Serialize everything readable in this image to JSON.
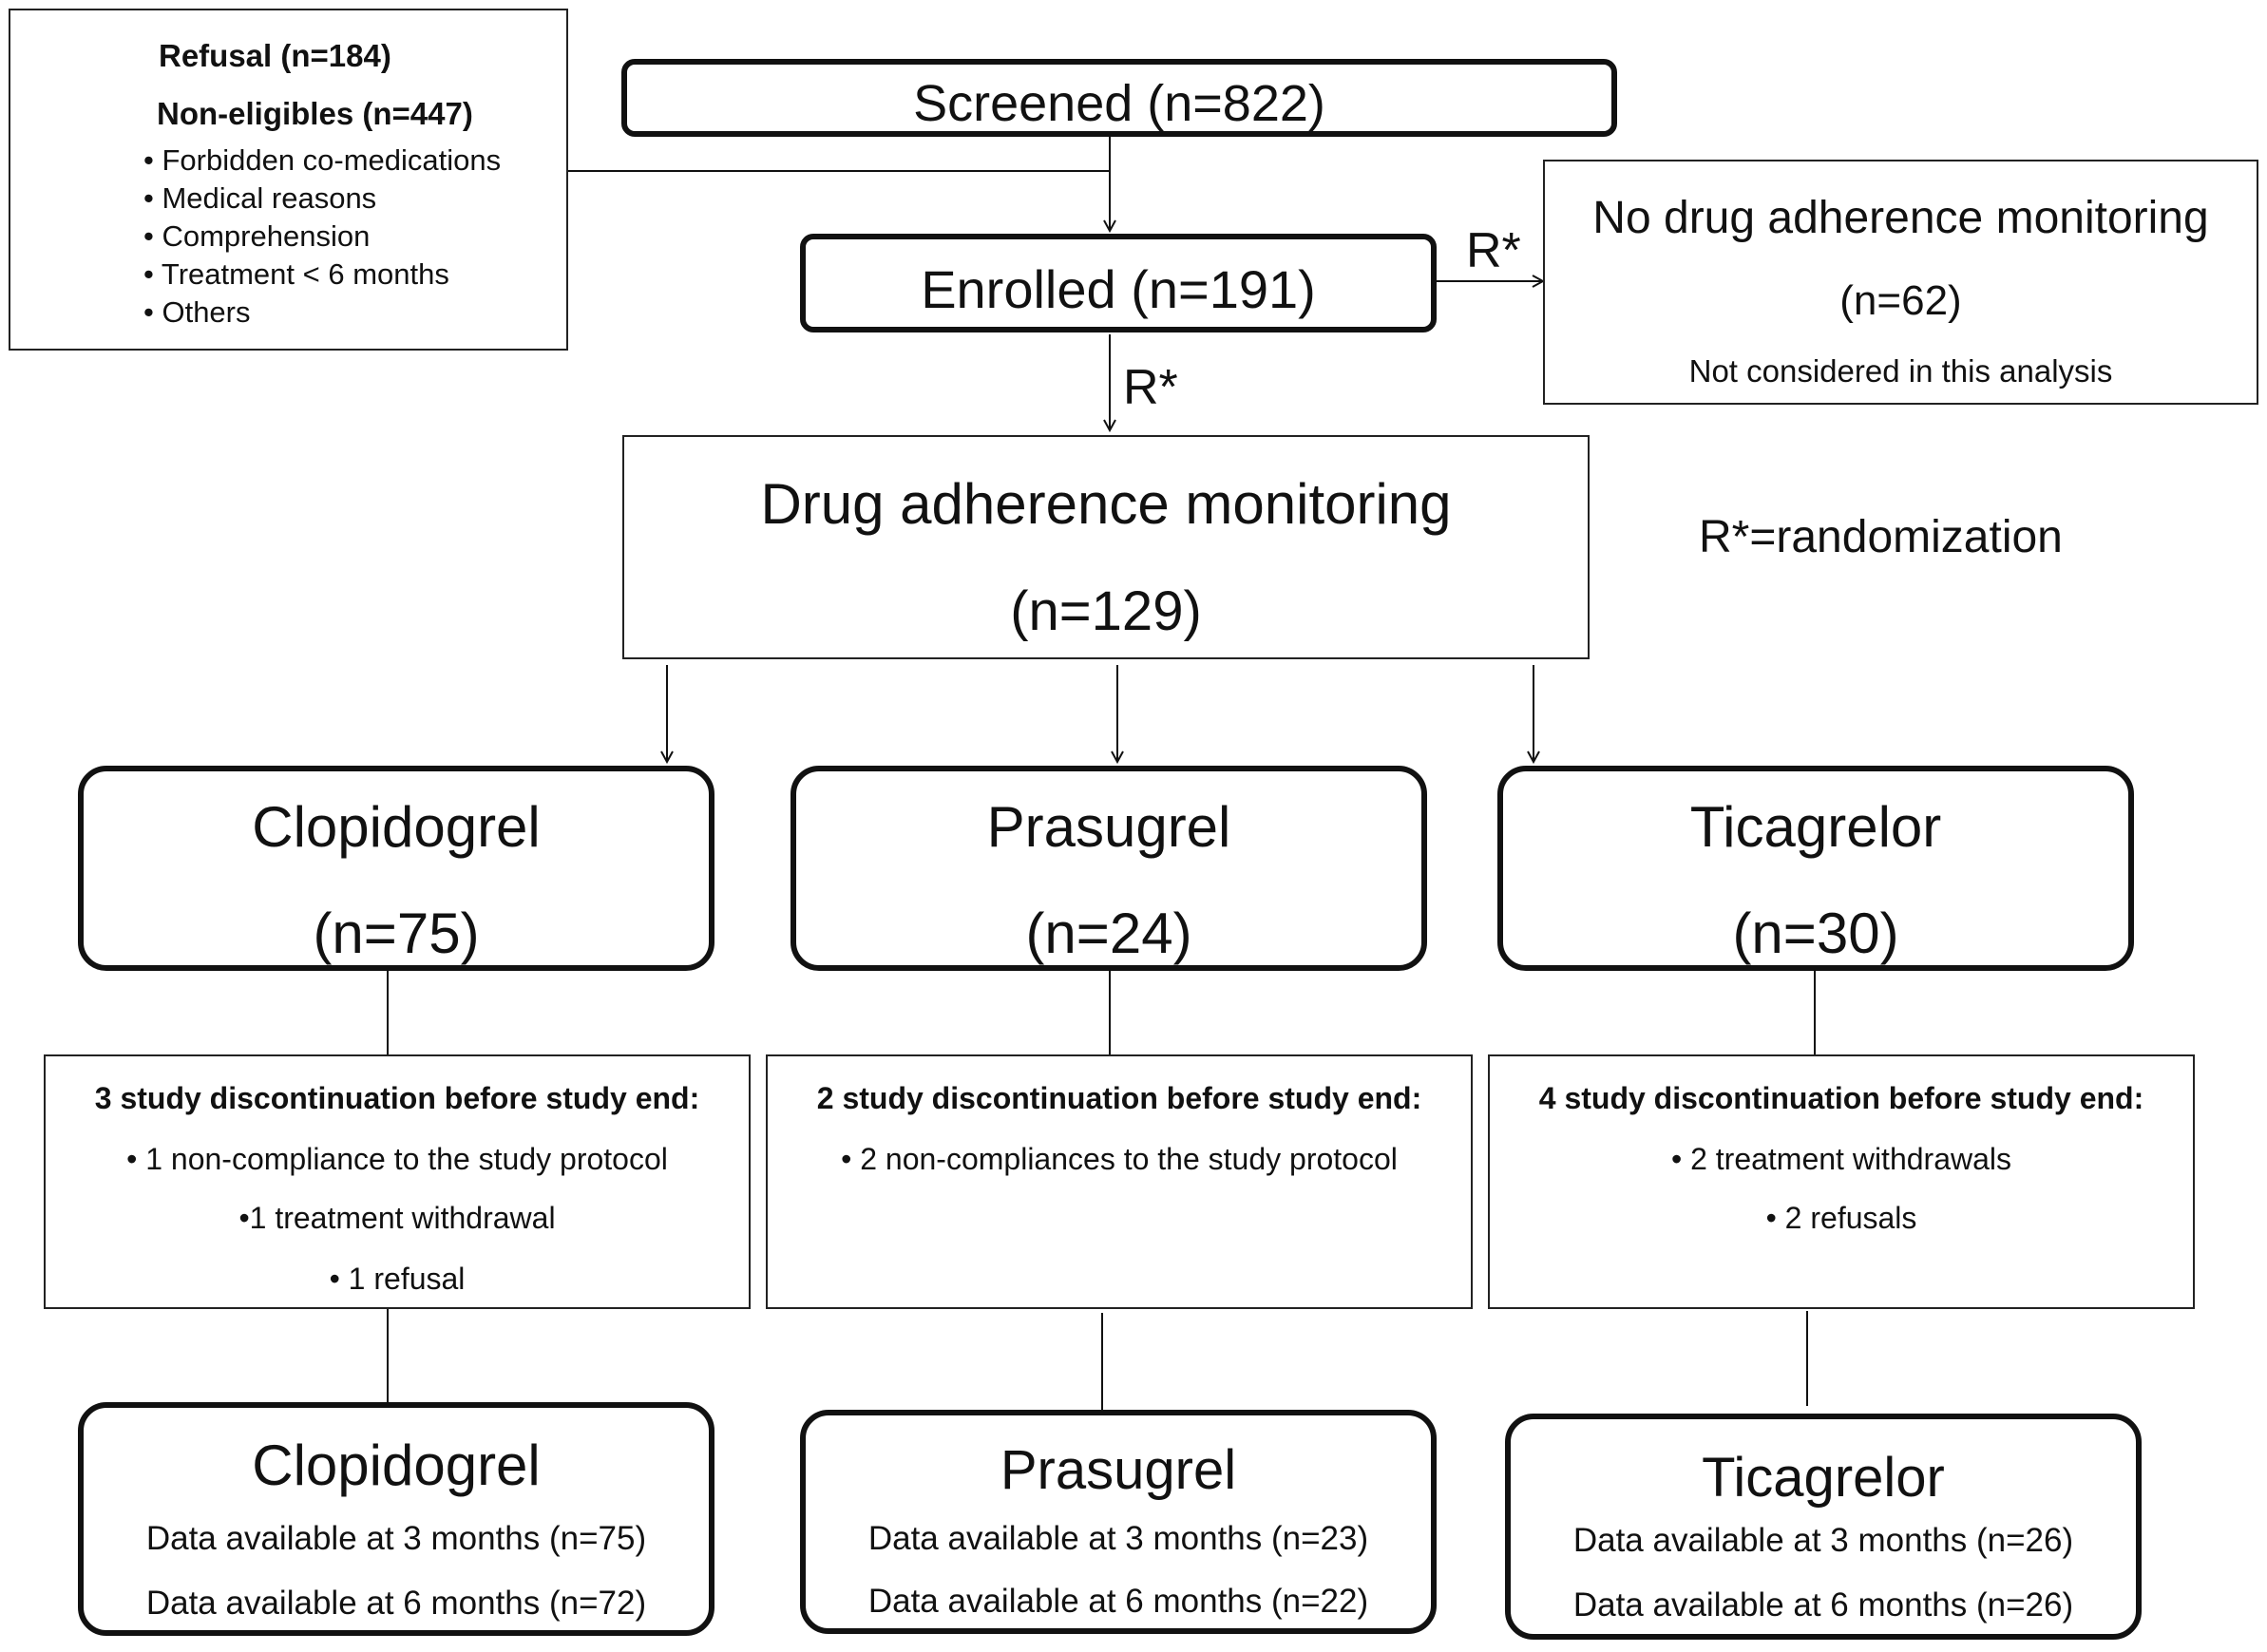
{
  "exclusions": {
    "refusal": "Refusal (n=184)",
    "non_eligibles": "Non-eligibles (n=447)",
    "reasons": [
      "• Forbidden  co-medications",
      "• Medical reasons",
      "• Comprehension",
      "• Treatment  < 6 months",
      "• Others"
    ]
  },
  "screened": "Screened (n=822)",
  "enrolled": "Enrolled (n=191)",
  "randomization_marks": {
    "right": "R*",
    "down": "R*"
  },
  "no_monitoring": {
    "title": "No drug adherence monitoring",
    "count": "(n=62)",
    "note": "Not considered in this analysis"
  },
  "legend": "R*=randomization",
  "monitoring": {
    "title": "Drug adherence monitoring",
    "count": "(n=129)"
  },
  "arms": [
    {
      "name": "Clopidogrel",
      "count": "(n=75)"
    },
    {
      "name": "Prasugrel",
      "count": "(n=24)"
    },
    {
      "name": "Ticagrelor",
      "count": "(n=30)"
    }
  ],
  "discontinuations": [
    {
      "title": "3 study discontinuation before study end:",
      "items": [
        "•  1 non-compliance to the study protocol",
        "•1 treatment withdrawal",
        "• 1 refusal"
      ]
    },
    {
      "title": "2 study discontinuation before study end:",
      "items": [
        "• 2 non-compliances to the study protocol"
      ]
    },
    {
      "title": "4 study discontinuation before study end:",
      "items": [
        "• 2 treatment withdrawals",
        "• 2 refusals"
      ]
    }
  ],
  "outcomes": [
    {
      "name": "Clopidogrel",
      "m3": "Data available  at 3 months (n=75)",
      "m6": "Data available  at 6 months (n=72)"
    },
    {
      "name": "Prasugrel",
      "m3": "Data available  at 3 months (n=23)",
      "m6": "Data available  at 6 months (n=22)"
    },
    {
      "name": "Ticagrelor",
      "m3": "Data available  at 3 months (n=26)",
      "m6": "Data available  at 6 months (n=26)"
    }
  ]
}
